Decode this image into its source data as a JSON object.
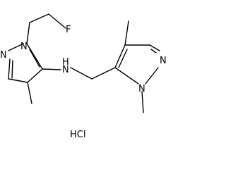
{
  "atoms": {
    "n_left_top": "N",
    "n_left_bottom": "N",
    "nh": "N",
    "h": "H",
    "f": "F",
    "n_right_top": "N",
    "n_right_bottom": "N"
  },
  "salt": "HCl"
}
